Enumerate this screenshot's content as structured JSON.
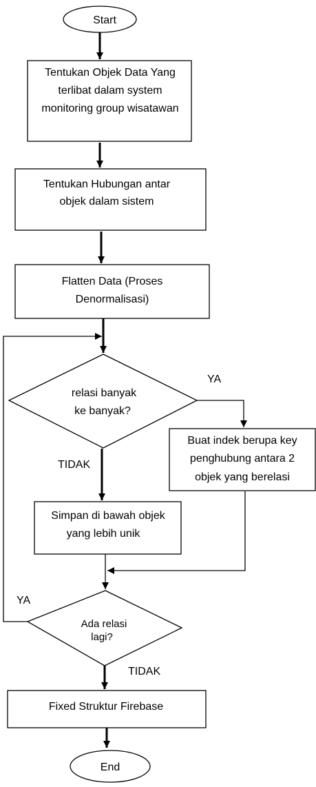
{
  "nodes": {
    "start": "Start",
    "step1": [
      "Tentukan Objek Data Yang",
      "terlibat dalam system",
      "monitoring group wisatawan"
    ],
    "step2": [
      "Tentukan Hubungan antar",
      "objek dalam sistem"
    ],
    "step3": [
      "Flatten Data (Proses",
      "Denormalisasi)"
    ],
    "decision1": [
      "relasi banyak",
      "ke banyak?"
    ],
    "yes_branch": [
      "Buat indek berupa key",
      "penghubung antara 2",
      "objek yang berelasi"
    ],
    "no_branch": [
      "Simpan di bawah objek",
      "yang lebih unik"
    ],
    "decision2": [
      "Ada relasi",
      "lagi?"
    ],
    "step_final": "Fixed Struktur Firebase",
    "end": "End"
  },
  "edge_labels": {
    "d1_yes": "YA",
    "d1_no": "TIDAK",
    "d2_yes": "YA",
    "d2_no": "TIDAK"
  }
}
